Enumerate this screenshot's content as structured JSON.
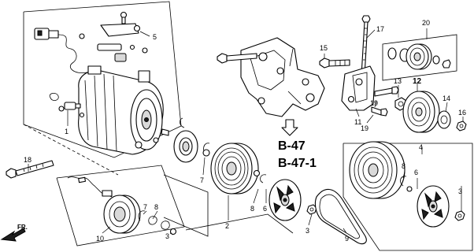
{
  "diagram": {
    "references": [
      "B-47",
      "B-47-1"
    ],
    "front_marker": "FR.",
    "callouts": {
      "c1": "1",
      "c2": "2",
      "c3a": "3",
      "c3b": "3",
      "c3c": "3",
      "c4": "4",
      "c5": "5",
      "c6a": "6",
      "c6b": "6",
      "c7a": "7",
      "c7b": "7",
      "c8a": "8",
      "c8b": "8",
      "c8c": "8",
      "c9": "9",
      "c10": "10",
      "c11": "11",
      "c12": "12",
      "c13": "13",
      "c14": "14",
      "c15": "15",
      "c16": "16",
      "c17": "17",
      "c18": "18",
      "c19a": "19",
      "c19b": "19",
      "c20": "20"
    }
  }
}
